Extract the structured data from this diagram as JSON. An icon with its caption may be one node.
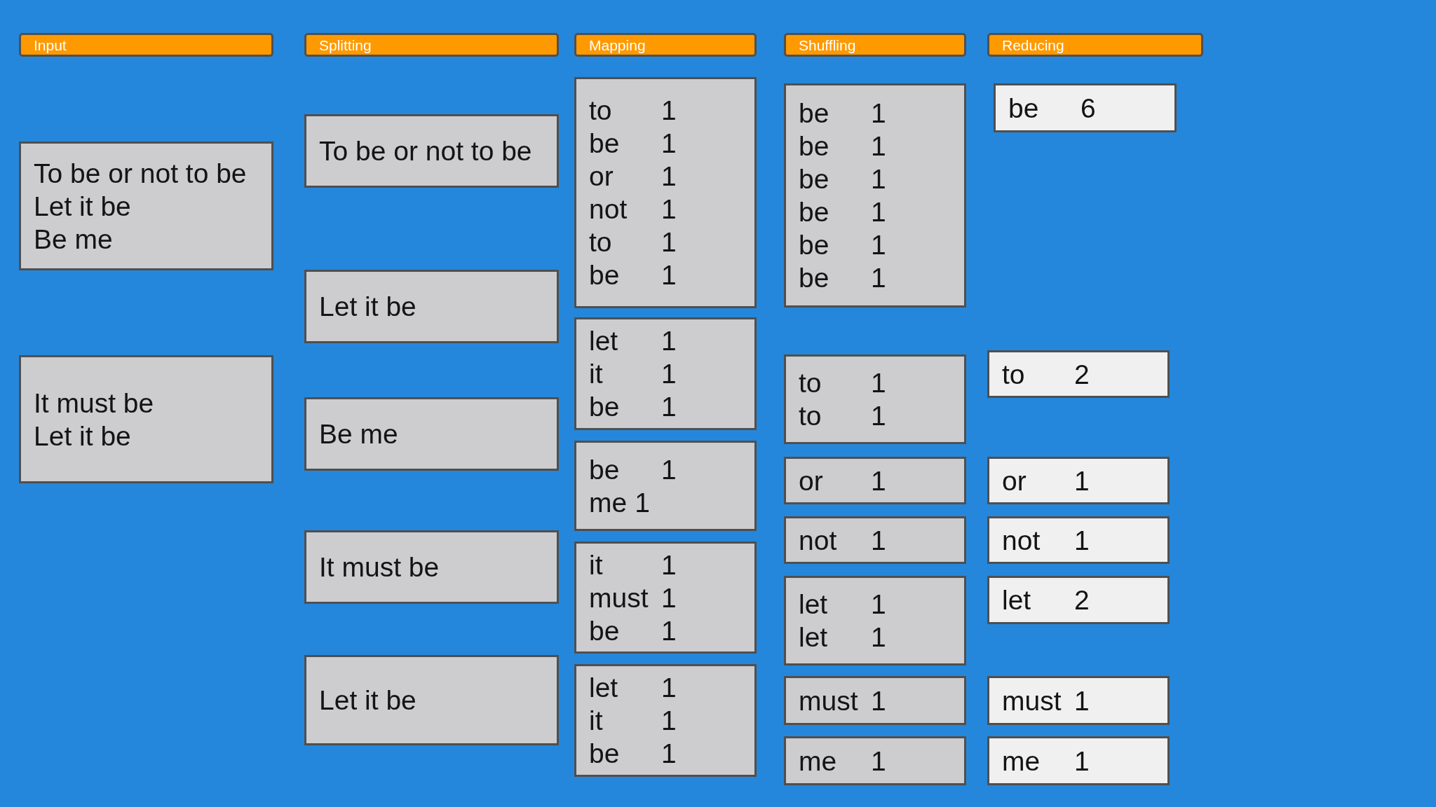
{
  "diagram": {
    "nodes": [
      {
        "text": [
          "Input"
        ]
      },
      {
        "text": [
          "Splitting"
        ]
      },
      {
        "text": [
          "Mapping"
        ]
      },
      {
        "text": [
          "Shuffling"
        ]
      },
      {
        "text": [
          "Reducing"
        ]
      },
      {
        "text": [
          "To be or not to be",
          "Let it be",
          "Be me"
        ]
      },
      {
        "text": [
          "It must be",
          "Let it be"
        ]
      },
      {
        "text": [
          "To be or not to be"
        ]
      },
      {
        "text": [
          "Let it be"
        ]
      },
      {
        "text": [
          "Be me"
        ]
      },
      {
        "text": [
          "It must be"
        ]
      },
      {
        "text": [
          "Let it be"
        ]
      },
      {
        "text": [
          "to",
          "1",
          "be",
          "1",
          "or",
          "1",
          "not",
          "1",
          "to",
          "1",
          "be",
          "1"
        ]
      },
      {
        "text": [
          "let",
          "1",
          "it",
          "1",
          "be",
          "1"
        ]
      },
      {
        "text": [
          "be",
          "1",
          "me",
          "1"
        ]
      },
      {
        "text": [
          "it",
          "1",
          "must",
          "1",
          "be",
          "1"
        ]
      },
      {
        "text": [
          "let",
          "1",
          "it",
          "1",
          "be",
          "1"
        ]
      },
      {
        "text": [
          "be",
          "1",
          "be",
          "1",
          "be",
          "1",
          "be",
          "1",
          "be",
          "1",
          "be",
          "1"
        ]
      },
      {
        "text": [
          "to",
          "1",
          "to",
          "1"
        ]
      },
      {
        "text": [
          "or",
          "1"
        ]
      },
      {
        "text": [
          "not",
          "1"
        ]
      },
      {
        "text": [
          "let",
          "1",
          "let",
          "1"
        ]
      },
      {
        "text": [
          "must",
          "1"
        ]
      },
      {
        "text": [
          "me",
          "1"
        ]
      },
      {
        "text": [
          "be",
          "6"
        ]
      },
      {
        "text": [
          "to",
          "2"
        ]
      },
      {
        "text": [
          "or",
          "1"
        ]
      },
      {
        "text": [
          "not",
          "1"
        ]
      },
      {
        "text": [
          "let",
          "2"
        ]
      },
      {
        "text": [
          "must",
          "1"
        ]
      },
      {
        "text": [
          "me",
          "1"
        ]
      }
    ]
  }
}
